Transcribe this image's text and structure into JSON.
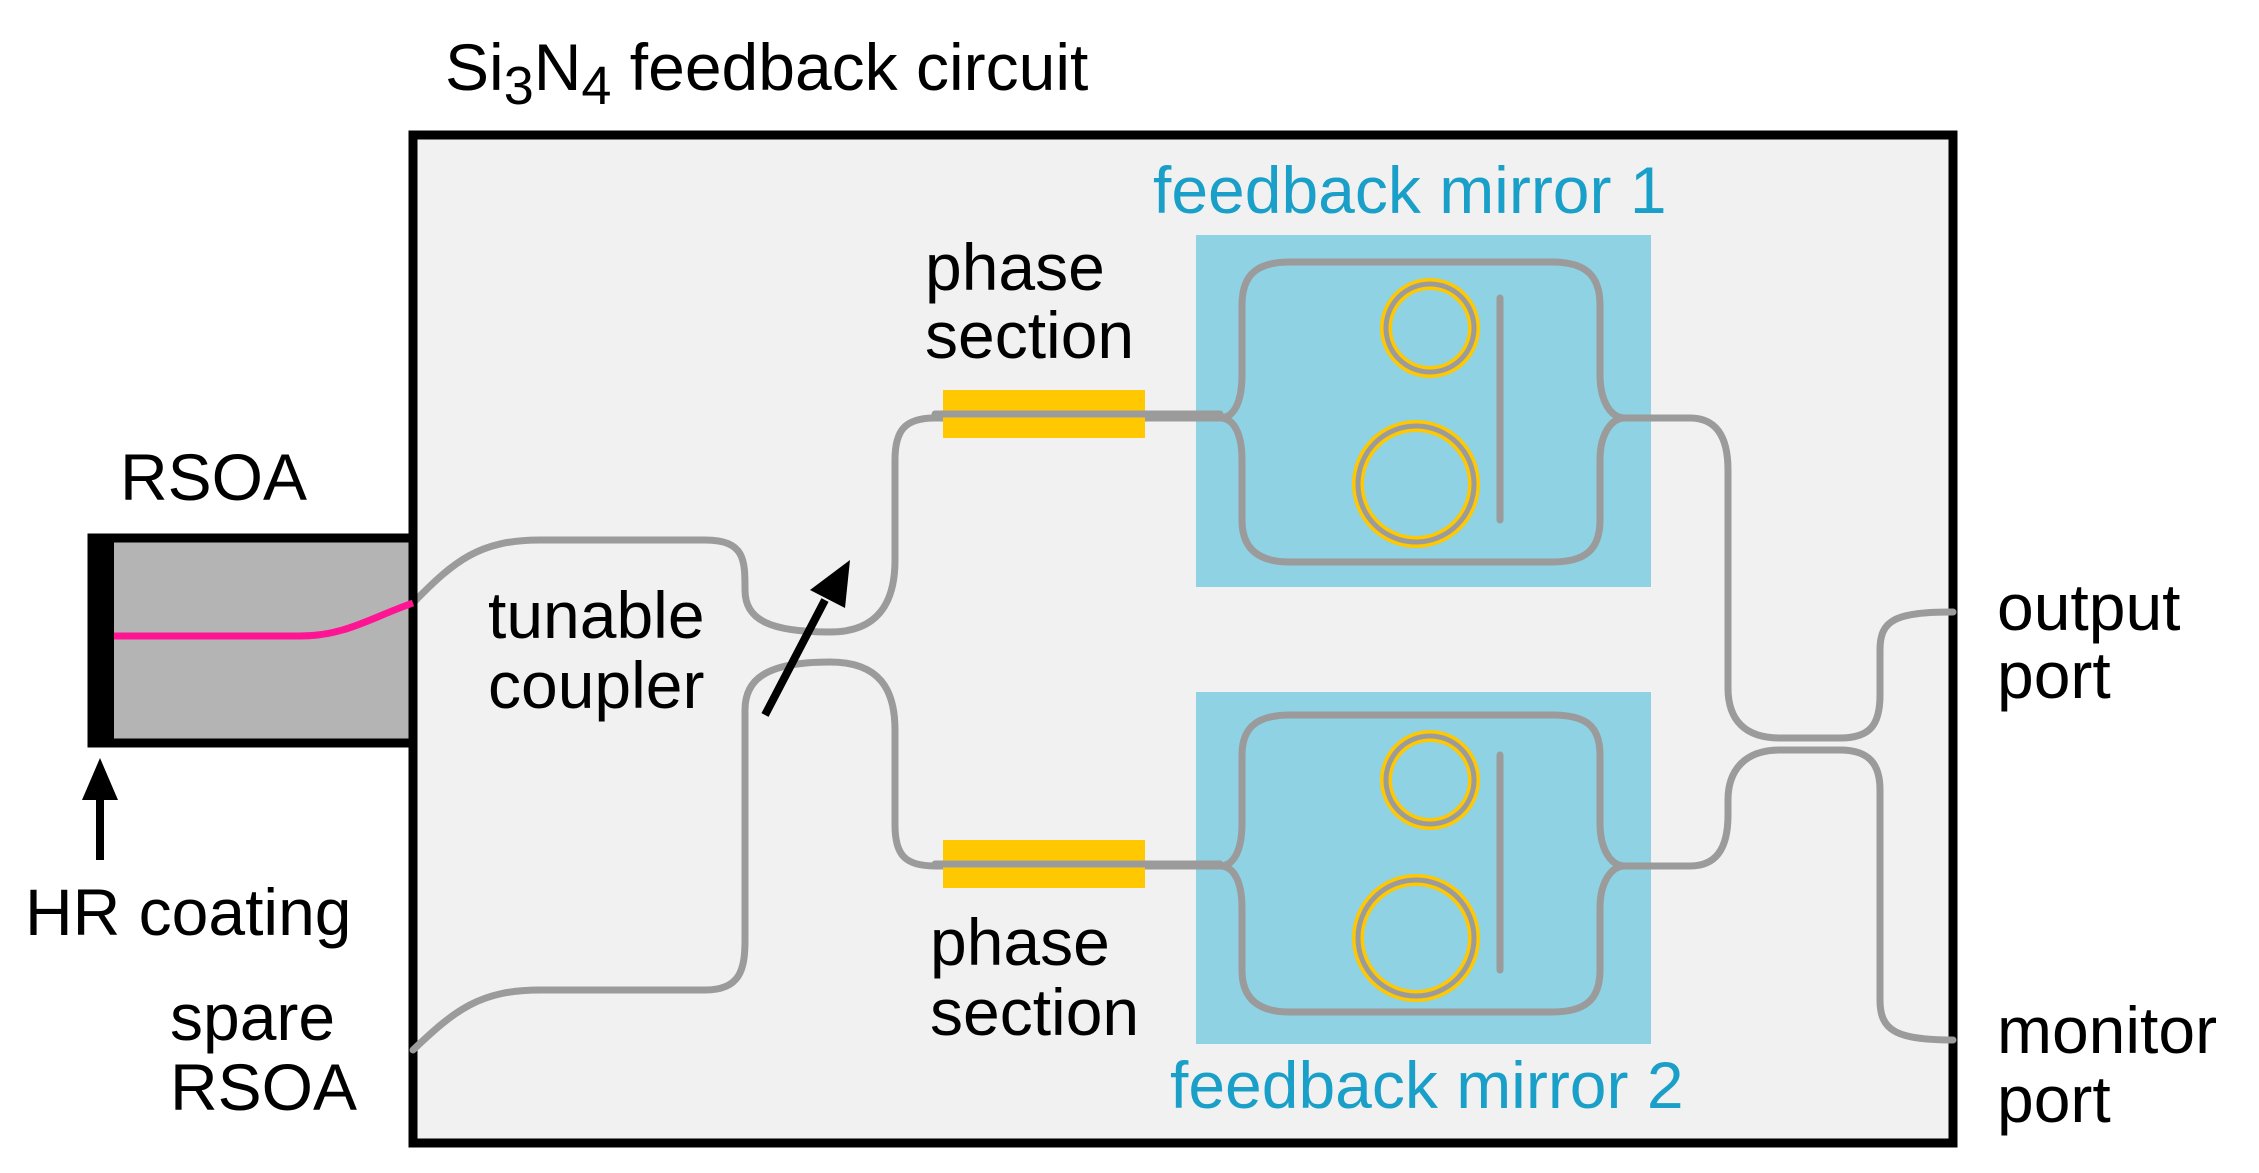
{
  "title": {
    "main": "Si",
    "sub3": "3",
    "mid": "N",
    "sub4": "4",
    "rest": " feedback circuit"
  },
  "labels": {
    "rsoa": "RSOA",
    "hr_coating": "HR coating",
    "spare_line1": "spare",
    "spare_line2": "RSOA",
    "tunable_line1": "tunable",
    "tunable_line2": "coupler",
    "phase1_line1": "phase",
    "phase1_line2": "section",
    "phase2_line1": "phase",
    "phase2_line2": "section",
    "mirror1": "feedback mirror 1",
    "mirror2": "feedback mirror 2",
    "output_line1": "output",
    "output_line2": "port",
    "monitor_line1": "monitor",
    "monitor_line2": "port"
  },
  "colors": {
    "waveguide": "#9b9b9b",
    "mirror_fill": "#8fd2e3",
    "heater": "#ffc800",
    "rsoa_body": "#b4b4b4",
    "rsoa_waveguide": "#ff1493",
    "chip_fill": "#f1f1f1",
    "mirror_label": "#1aa0c8"
  }
}
